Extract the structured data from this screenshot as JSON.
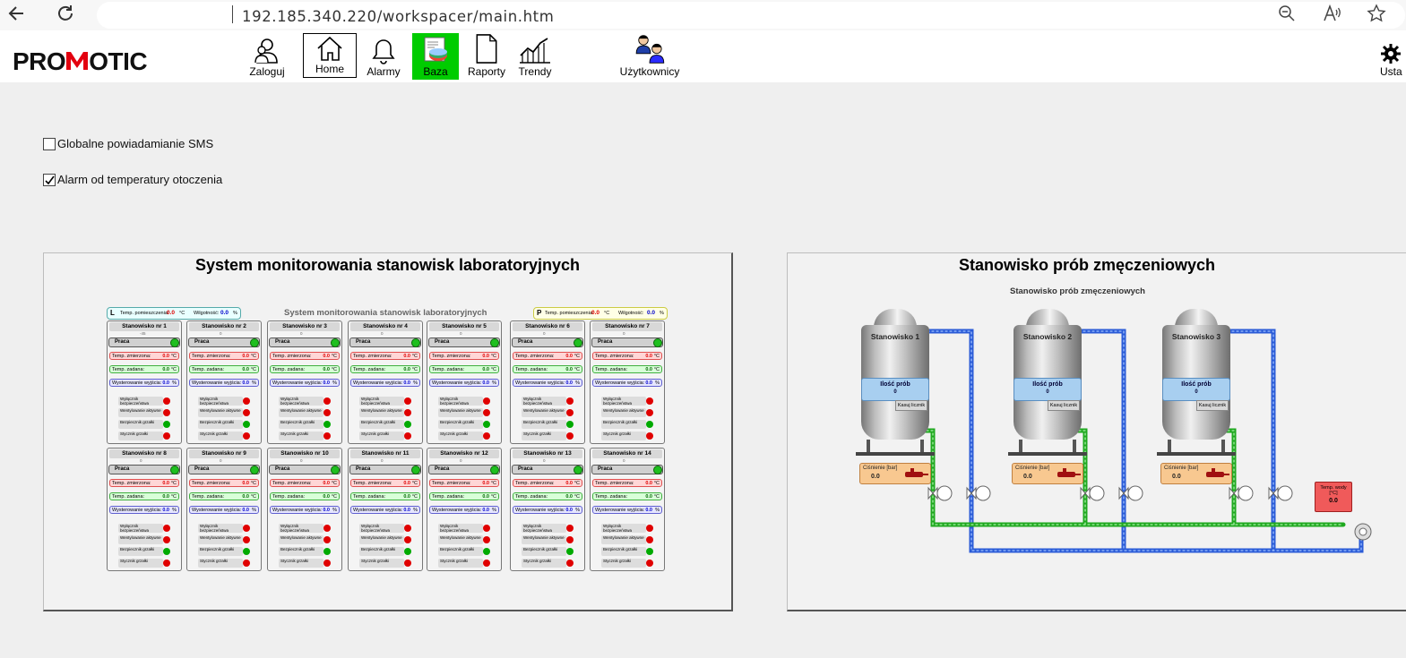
{
  "browser": {
    "url": "192.185.340.220/workspacer/main.htm"
  },
  "header": {
    "logo": {
      "pre": "PRO",
      "post": "OTIC"
    },
    "nav": [
      {
        "label": "Zaloguj",
        "icon": "users-icon"
      },
      {
        "label": "Home",
        "icon": "home-icon"
      },
      {
        "label": "Alarmy",
        "icon": "bell-icon"
      },
      {
        "label": "Baza",
        "icon": "database-icon"
      },
      {
        "label": "Raporty",
        "icon": "document-icon"
      },
      {
        "label": "Trendy",
        "icon": "trend-icon"
      },
      {
        "label": "Użytkownicy",
        "icon": "user-accounts-icon"
      },
      {
        "label": "Usta",
        "icon": "gear-icon"
      }
    ],
    "active_tab": "Home",
    "highlight_color": "#00cc00"
  },
  "options": {
    "sms": {
      "label": "Globalne powiadamianie SMS",
      "checked": false
    },
    "temp_alarm": {
      "label": "Alarm od temperatury otoczenia",
      "checked": true
    }
  },
  "left_panel": {
    "title": "System monitorowania stanowisk laboratoryjnych",
    "inner_title": "System monitorowania stanowisk laboratoryjnych",
    "env_left": {
      "letter": "L",
      "temp_label": "Temp. pomieszczenia:",
      "temp": "0.0",
      "temp_unit": "°C",
      "hum_label": "Wilgotność:",
      "hum": "0.0",
      "hum_unit": "%"
    },
    "env_right": {
      "letter": "P",
      "temp_label": "Temp. pomieszczenia:",
      "temp": "0.0",
      "temp_unit": "°C",
      "hum_label": "Wilgotność:",
      "hum": "0.0",
      "hum_unit": "%"
    },
    "row_labels": {
      "status": "Praca",
      "measured": "Temp. zmierzona:",
      "set": "Temp. zadana:",
      "output": "Wysterowanie wyjścia:",
      "subs": [
        "Wyłącznik bezpieczeństwa",
        "Wentylowanie aktywne",
        "Bezpiecznik grzałki",
        "Stycznik grzałki"
      ]
    },
    "stations": [
      {
        "name": "Stanowisko nr 1",
        "num": "-45",
        "measured": "0.0",
        "set": "0.0",
        "output": "0.0",
        "subs": [
          "red",
          "red",
          "green",
          "red"
        ]
      },
      {
        "name": "Stanowisko nr 2",
        "num": "0",
        "measured": "0.0",
        "set": "0.0",
        "output": "0.0",
        "subs": [
          "red",
          "red",
          "green",
          "red"
        ]
      },
      {
        "name": "Stanowisko nr 3",
        "num": "0",
        "measured": "0.0",
        "set": "0.0",
        "output": "0.0",
        "subs": [
          "red",
          "red",
          "green",
          "red"
        ]
      },
      {
        "name": "Stanowisko nr 4",
        "num": "0",
        "measured": "0.0",
        "set": "0.0",
        "output": "0.0",
        "subs": [
          "red",
          "red",
          "green",
          "red"
        ]
      },
      {
        "name": "Stanowisko nr 5",
        "num": "0",
        "measured": "0.0",
        "set": "0.0",
        "output": "0.0",
        "subs": [
          "red",
          "red",
          "green",
          "red"
        ]
      },
      {
        "name": "Stanowisko nr 6",
        "num": "0",
        "measured": "0.0",
        "set": "0.0",
        "output": "0.0",
        "subs": [
          "red",
          "red",
          "green",
          "red"
        ]
      },
      {
        "name": "Stanowisko nr 7",
        "num": "0",
        "measured": "0.0",
        "set": "0.0",
        "output": "0.0",
        "subs": [
          "red",
          "red",
          "green",
          "red"
        ]
      },
      {
        "name": "Stanowisko nr 8",
        "num": "0",
        "measured": "0.0",
        "set": "0.0",
        "output": "0.0",
        "subs": [
          "red",
          "red",
          "green",
          "red"
        ]
      },
      {
        "name": "Stanowisko nr 9",
        "num": "0",
        "measured": "0.0",
        "set": "0.0",
        "output": "0.0",
        "subs": [
          "red",
          "red",
          "green",
          "red"
        ]
      },
      {
        "name": "Stanowisko nr 10",
        "num": "0",
        "measured": "0.0",
        "set": "0.0",
        "output": "0.0",
        "subs": [
          "red",
          "red",
          "green",
          "red"
        ]
      },
      {
        "name": "Stanowisko nr 11",
        "num": "0",
        "measured": "0.0",
        "set": "0.0",
        "output": "0.0",
        "subs": [
          "red",
          "red",
          "green",
          "red"
        ]
      },
      {
        "name": "Stanowisko nr 12",
        "num": "0",
        "measured": "0.0",
        "set": "0.0",
        "output": "0.0",
        "subs": [
          "red",
          "red",
          "green",
          "red"
        ]
      },
      {
        "name": "Stanowisko nr 13",
        "num": "0",
        "measured": "0.0",
        "set": "0.0",
        "output": "0.0",
        "subs": [
          "red",
          "red",
          "green",
          "red"
        ]
      },
      {
        "name": "Stanowisko nr 14",
        "num": "0",
        "measured": "0.0",
        "set": "0.0",
        "output": "0.0",
        "subs": [
          "red",
          "red",
          "green",
          "red"
        ]
      }
    ],
    "units": {
      "temp": "°C",
      "pct": "%"
    }
  },
  "right_panel": {
    "title": "Stanowisko prób zmęczeniowych",
    "inner_title": "Stanowisko prób zmęczeniowych",
    "tanks": [
      {
        "name": "Stanowisko 1",
        "display_label": "Ilość prób",
        "count": "0",
        "reset_label": "Kasuj licznik",
        "pressure_label": "Ciśnienie [bar]",
        "pressure": "0.0"
      },
      {
        "name": "Stanowisko 2",
        "display_label": "Ilość prób",
        "count": "0",
        "reset_label": "Kasuj licznik",
        "pressure_label": "Ciśnienie [bar]",
        "pressure": "0.0"
      },
      {
        "name": "Stanowisko 3",
        "display_label": "Ilość prób",
        "count": "0",
        "reset_label": "Kasuj licznik",
        "pressure_label": "Ciśnienie [bar]",
        "pressure": "0.0"
      }
    ],
    "water_temp": {
      "label": "Temp. wody [°C]",
      "value": "0.0"
    },
    "colors": {
      "pipe_blue": "#2a5bd7",
      "pipe_green": "#1fa81f",
      "pressure_box": "#f8c890",
      "water_box": "#f05a5a"
    }
  }
}
